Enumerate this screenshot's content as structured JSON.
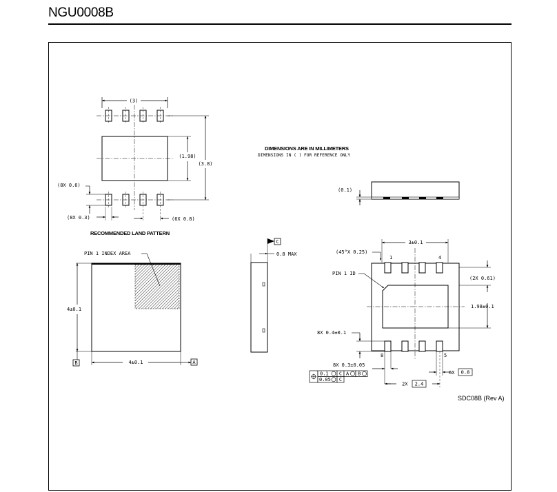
{
  "header": {
    "title": "NGU0008B"
  },
  "notes": {
    "units": "DIMENSIONS ARE IN MILLIMETERS",
    "reference": "DIMENSIONS IN ( ) FOR REFERENCE ONLY"
  },
  "land_pattern": {
    "caption": "RECOMMENDED LAND PATTERN",
    "width": "(3)",
    "height_inner": "(1.98)",
    "height_outer": "(3.8)",
    "pad_length": "(8X 0.6)",
    "pad_width": "(8X 0.3)",
    "pitch": "(6X 0.8)"
  },
  "top_view": {
    "pin1_area": "PIN 1 INDEX AREA",
    "height": "4±0.1",
    "width": "4±0.1",
    "datum_a": "A",
    "datum_b": "B"
  },
  "side_view": {
    "datum_c": "C",
    "max_height": "0.8 MAX"
  },
  "end_view": {
    "standoff": "(0.1)"
  },
  "bottom_view": {
    "body_width": "3±0.1",
    "chamfer": "(45°X 0.25)",
    "pin1_id": "PIN 1 ID",
    "pin_1": "1",
    "pin_4": "4",
    "pin_5": "5",
    "pin_8": "8",
    "lead_width_ref": "(2X 0.61)",
    "pad_height": "1.98±0.1",
    "lead_length": "8X 0.4±0.1",
    "lead_width": "8X 0.3±0.05",
    "fcf1_tol": "0.1",
    "fcf1_c": "C",
    "fcf1_a": "A",
    "fcf1_b": "B",
    "fcf2_tol": "0.05",
    "fcf2_c": "C",
    "pitch_label": "6X",
    "pitch": "0.8",
    "span_label": "2X",
    "span": "2.4"
  },
  "revision": "SDC08B (Rev A)"
}
